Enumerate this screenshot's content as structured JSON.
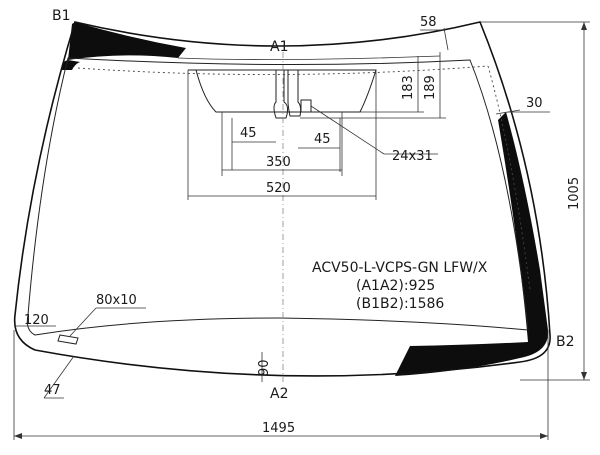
{
  "part_code": "ACV50-L-VCPS-GN LFW/X",
  "a1a2": "(A1A2):925",
  "b1b2": "(B1B2):1586",
  "points": {
    "b1": "B1",
    "a1": "A1",
    "a2": "A2",
    "b2": "B2"
  },
  "dims": {
    "d58": "58",
    "d183": "183",
    "d189": "189",
    "d30": "30",
    "d45_left": "45",
    "d45_right": "45",
    "d24x31": "24x31",
    "d350": "350",
    "d520": "520",
    "d1005": "1005",
    "d80x10": "80x10",
    "d120": "120",
    "d90": "90",
    "d47": "47",
    "d1495": "1495"
  }
}
